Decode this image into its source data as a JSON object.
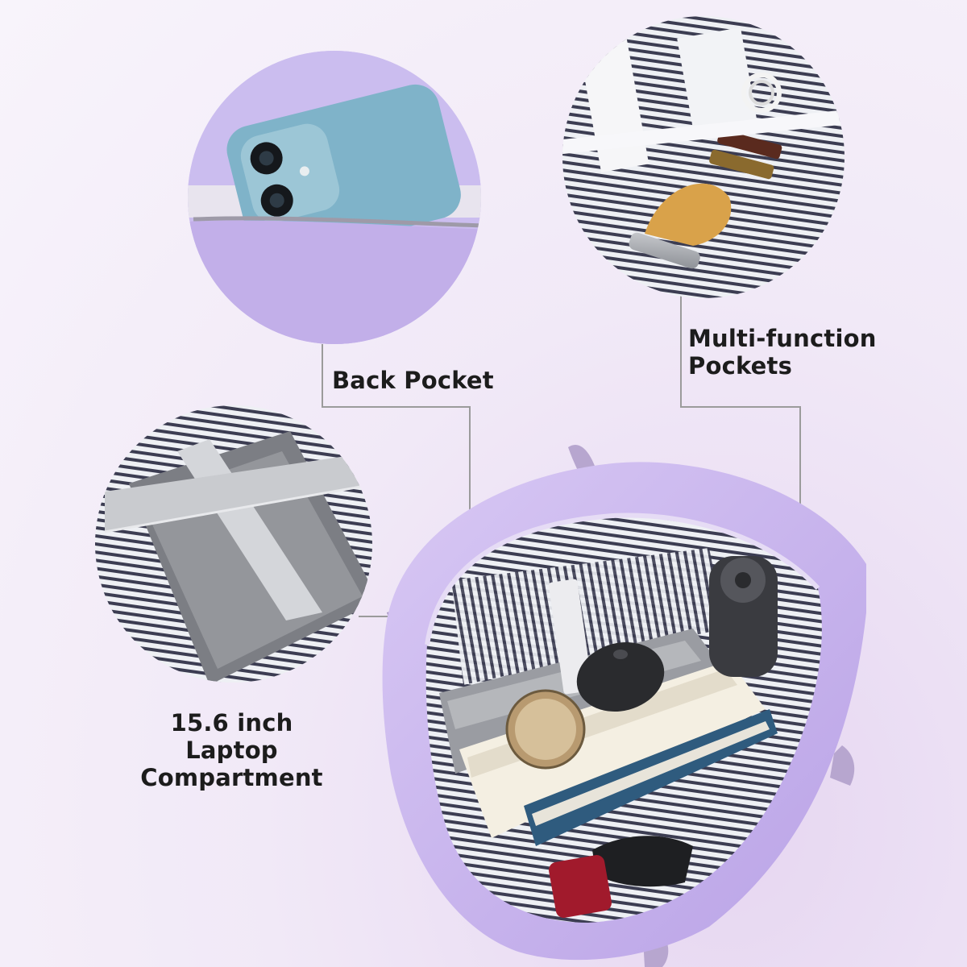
{
  "callouts": {
    "back_pocket": {
      "line1": "Back Pocket"
    },
    "multi_pockets": {
      "line1": "Multi-function",
      "line2": "Pockets"
    },
    "laptop": {
      "line1": "15.6 inch Laptop",
      "line2": "Compartment"
    }
  },
  "scene": {
    "bag_color": "#c7b3ec",
    "lining_stripe_dark": "#3c3d52",
    "lining_stripe_light": "#eef0f4",
    "phone_color": "#7fb3c9",
    "accent_gold": "#d9a24a"
  }
}
